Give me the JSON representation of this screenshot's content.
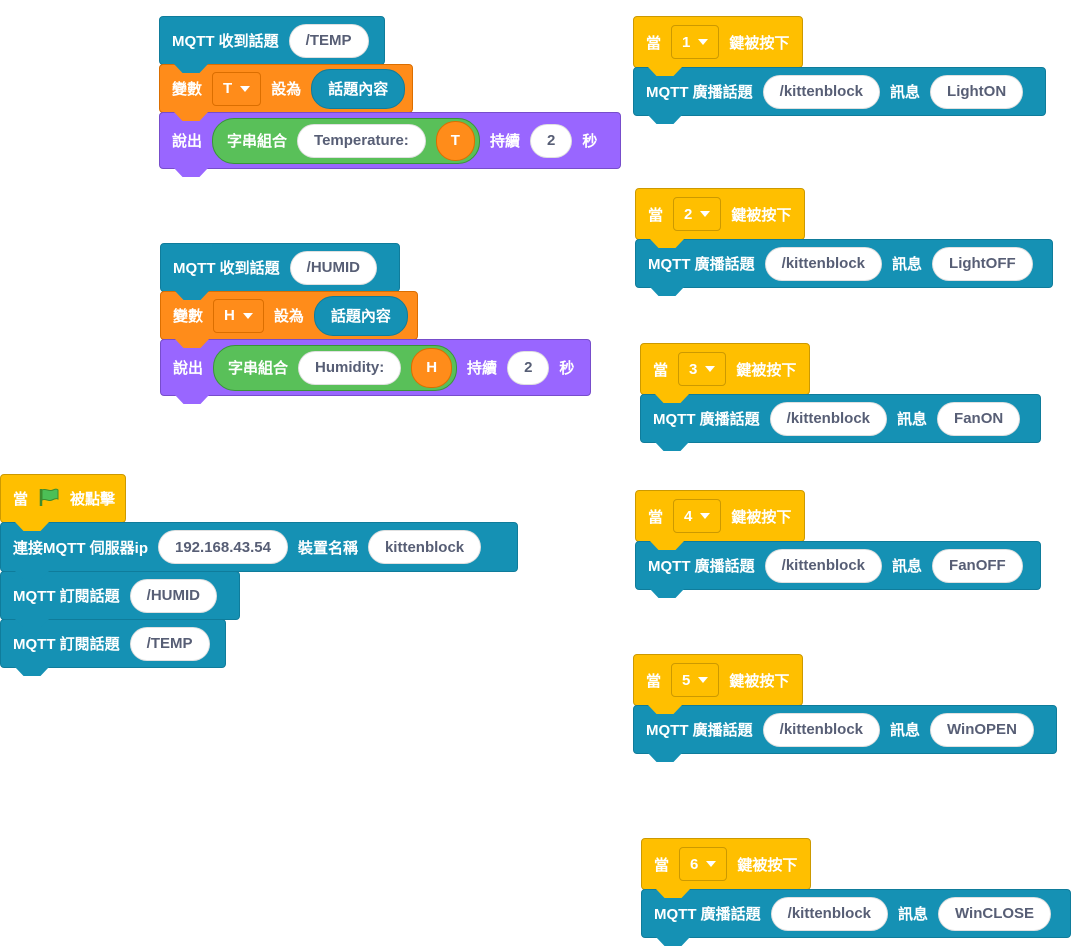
{
  "scripts": [
    {
      "event": "MQTT 收到話題",
      "topic": "/TEMP",
      "set_label": "變數",
      "var": "T",
      "set_to": "設為",
      "value": "話題內容",
      "say": "說出",
      "join": "字串組合",
      "join_text": "Temperature:",
      "join_var": "T",
      "for_label": "持續",
      "secs": "2",
      "secs_unit": "秒"
    },
    {
      "event": "MQTT 收到話題",
      "topic": "/HUMID",
      "set_label": "變數",
      "var": "H",
      "set_to": "設為",
      "value": "話題內容",
      "say": "說出",
      "join": "字串組合",
      "join_text": "Humidity:",
      "join_var": "H",
      "for_label": "持續",
      "secs": "2",
      "secs_unit": "秒"
    },
    {
      "when": "當",
      "flag_icon": "green-flag-icon",
      "clicked": "被點擊",
      "connect": "連接MQTT 伺服器ip",
      "ip": "192.168.43.54",
      "device_label": "裝置名稱",
      "device": "kittenblock",
      "subscribe": "MQTT 訂閱話題",
      "sub1": "/HUMID",
      "sub2": "/TEMP"
    }
  ],
  "key_scripts": [
    {
      "when": "當",
      "key": "1",
      "pressed": "鍵被按下",
      "publish": "MQTT 廣播話題",
      "topic": "/kittenblock",
      "msg_label": "訊息",
      "msg": "LightON"
    },
    {
      "when": "當",
      "key": "2",
      "pressed": "鍵被按下",
      "publish": "MQTT 廣播話題",
      "topic": "/kittenblock",
      "msg_label": "訊息",
      "msg": "LightOFF"
    },
    {
      "when": "當",
      "key": "3",
      "pressed": "鍵被按下",
      "publish": "MQTT 廣播話題",
      "topic": "/kittenblock",
      "msg_label": "訊息",
      "msg": "FanON"
    },
    {
      "when": "當",
      "key": "4",
      "pressed": "鍵被按下",
      "publish": "MQTT 廣播話題",
      "topic": "/kittenblock",
      "msg_label": "訊息",
      "msg": "FanOFF"
    },
    {
      "when": "當",
      "key": "5",
      "pressed": "鍵被按下",
      "publish": "MQTT 廣播話題",
      "topic": "/kittenblock",
      "msg_label": "訊息",
      "msg": "WinOPEN"
    },
    {
      "when": "當",
      "key": "6",
      "pressed": "鍵被按下",
      "publish": "MQTT 廣播話題",
      "topic": "/kittenblock",
      "msg_label": "訊息",
      "msg": "WinCLOSE"
    }
  ],
  "colors": {
    "mqtt": "#1591b4",
    "variables": "#ff8c1a",
    "looks": "#9966ff",
    "events": "#ffbf00",
    "operators": "#59c059"
  }
}
